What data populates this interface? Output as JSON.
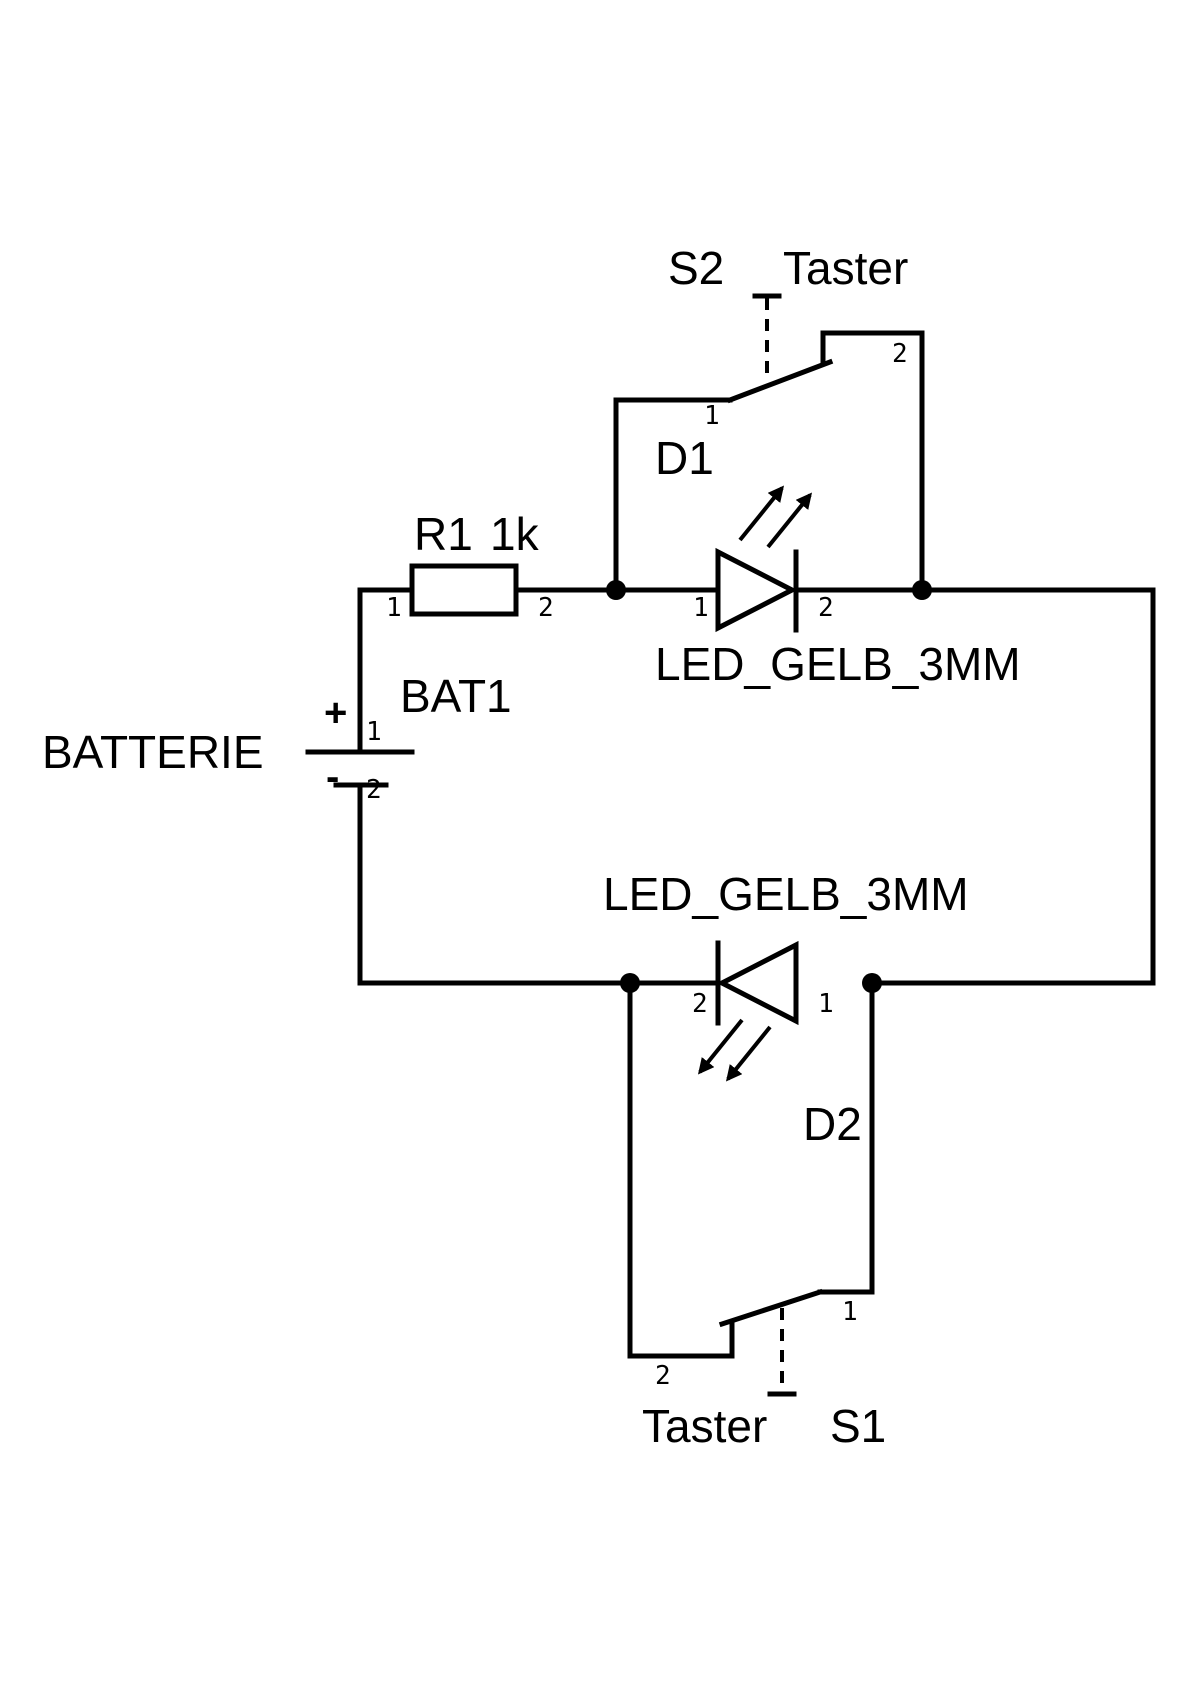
{
  "components": {
    "s2": {
      "ref": "S2",
      "value": "Taster",
      "pin1": "1",
      "pin2": "2"
    },
    "s1": {
      "ref": "S1",
      "value": "Taster",
      "pin1": "1",
      "pin2": "2"
    },
    "d1": {
      "ref": "D1",
      "value": "LED_GELB_3MM",
      "pin1": "1",
      "pin2": "2"
    },
    "d2": {
      "ref": "D2",
      "value": "LED_GELB_3MM",
      "pin1": "1",
      "pin2": "2"
    },
    "r1": {
      "ref": "R1",
      "value": "1k",
      "pin1": "1",
      "pin2": "2"
    },
    "bat1": {
      "ref": "BAT1",
      "value": "BATTERIE",
      "pin1": "1",
      "pin2": "2",
      "plus": "+",
      "minus": "-"
    }
  },
  "colors": {
    "ink": "#000000",
    "background": "#ffffff"
  }
}
